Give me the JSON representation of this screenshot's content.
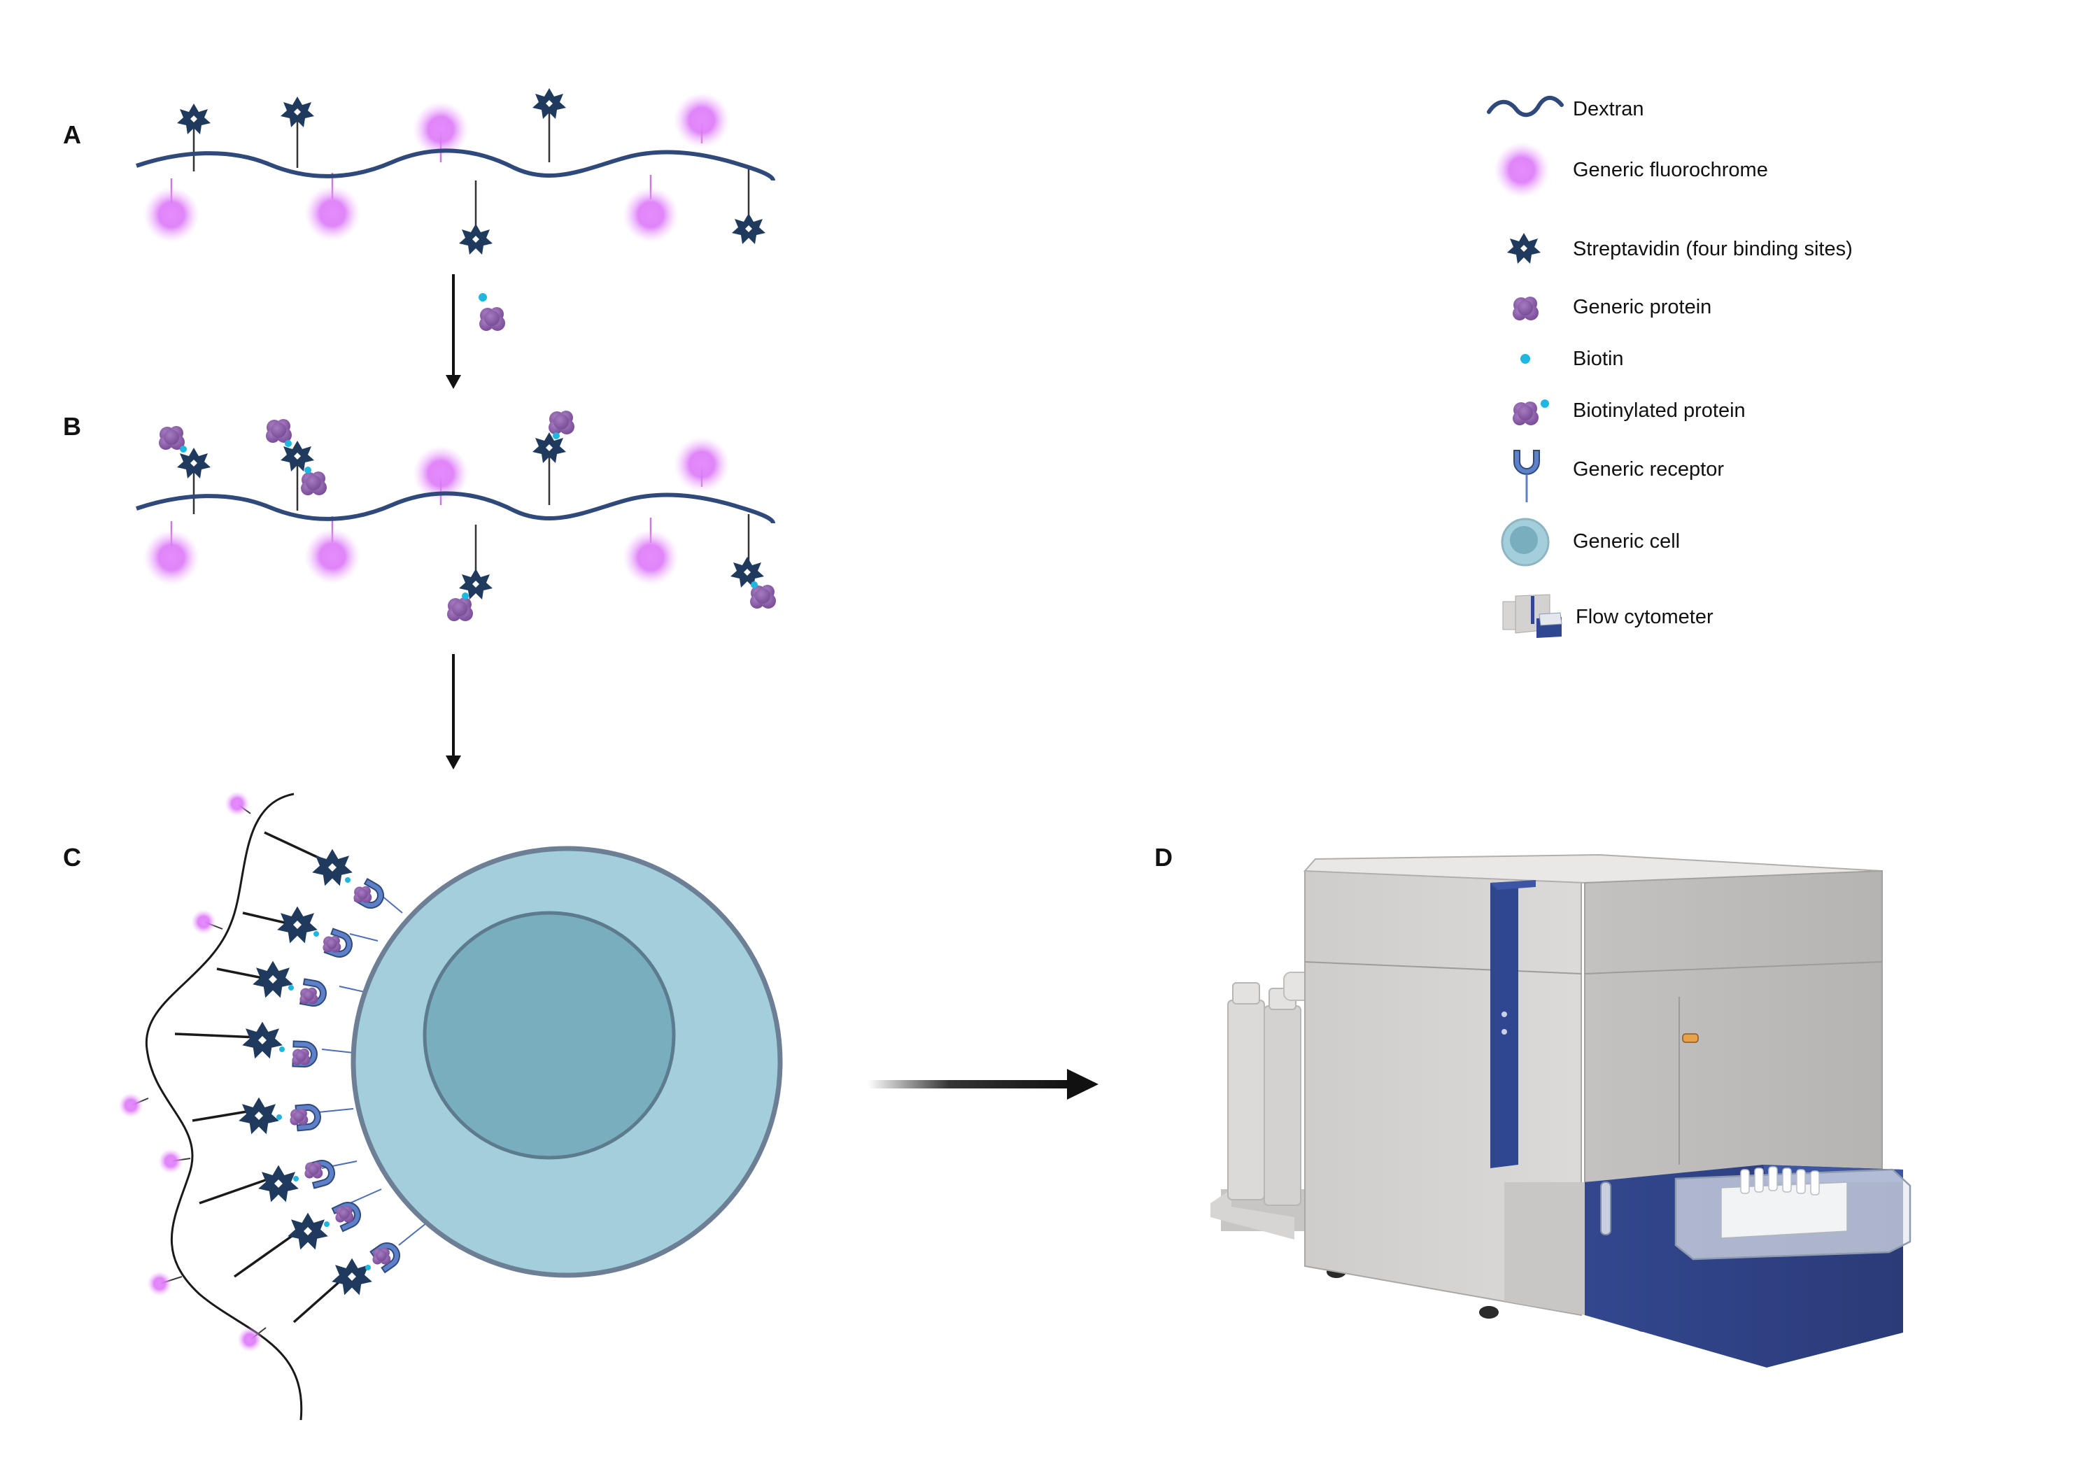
{
  "panels": {
    "a": "A",
    "b": "B",
    "c": "C",
    "d": "D"
  },
  "legend": {
    "items": [
      {
        "label": "Dextran",
        "icon": "dextran-icon"
      },
      {
        "label": "Generic fluorochrome",
        "icon": "fluorochrome-icon"
      },
      {
        "label": "Streptavidin (four binding sites)",
        "icon": "streptavidin-icon"
      },
      {
        "label": "Generic protein",
        "icon": "protein-icon"
      },
      {
        "label": "Biotin",
        "icon": "biotin-icon"
      },
      {
        "label": "Biotinylated protein",
        "icon": "biotinylated-protein-icon"
      },
      {
        "label": "Generic receptor",
        "icon": "receptor-icon"
      },
      {
        "label": "Generic cell",
        "icon": "cell-icon"
      },
      {
        "label": "Flow cytometer",
        "icon": "flow-cytometer-icon"
      }
    ]
  },
  "colors": {
    "dextran": "#2f4a7a",
    "fluorochrome": "#d46ef2",
    "streptavidin": "#1f3a5c",
    "protein": "#8a5aa8",
    "biotin": "#1fb6e0",
    "receptor": "#5a7fc4",
    "cell_outer": "#a3cfda",
    "cell_inner": "#78aebd",
    "cytometer_body": "#d4d2d0",
    "cytometer_blue": "#2f4690"
  }
}
